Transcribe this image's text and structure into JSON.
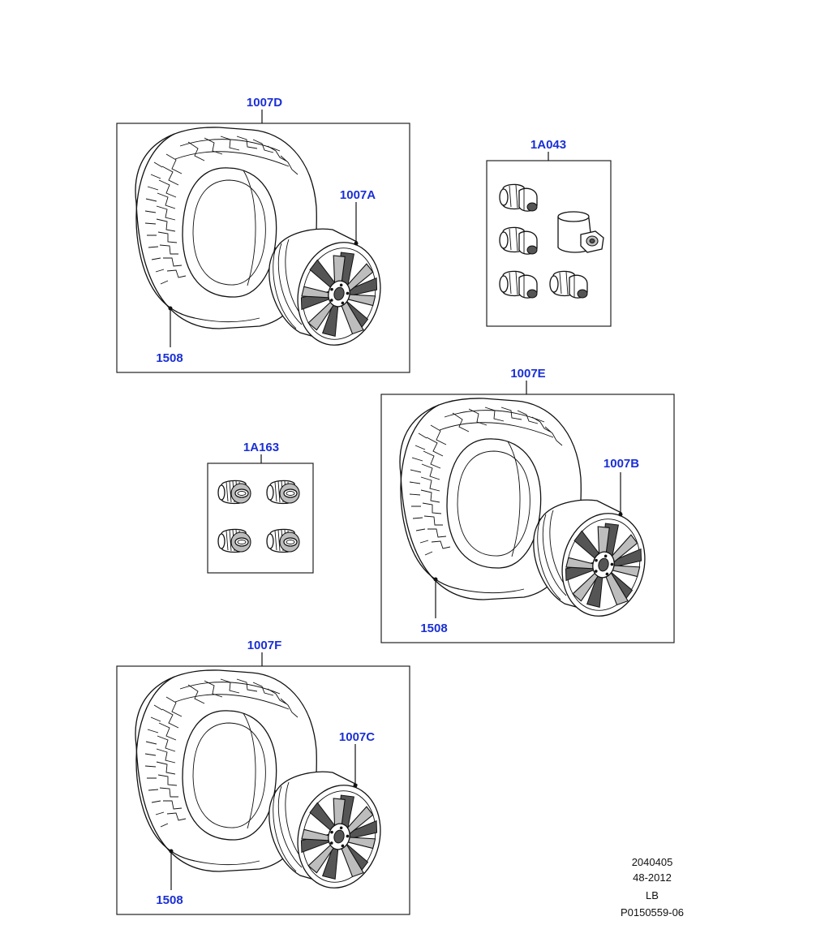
{
  "callouts": {
    "group_1007D": "1007D",
    "wheel_1007A": "1007A",
    "tyre_1508_a": "1508",
    "group_1A043": "1A043",
    "group_1007E": "1007E",
    "wheel_1007B": "1007B",
    "tyre_1508_b": "1508",
    "group_1A163": "1A163",
    "group_1007F": "1007F",
    "wheel_1007C": "1007C",
    "tyre_1508_c": "1508"
  },
  "reference": {
    "line1": "2040405",
    "line2": "48-2012",
    "line3": "LB",
    "line4": "P0150559-06"
  },
  "icons": [
    "tyre-icon",
    "alloy-wheel-icon",
    "locking-wheel-nut-icon",
    "lock-key-icon",
    "centre-cap-icon"
  ],
  "colors": {
    "callout_text": "#1a2fd6",
    "line_art": "#111111",
    "background": "#ffffff"
  }
}
